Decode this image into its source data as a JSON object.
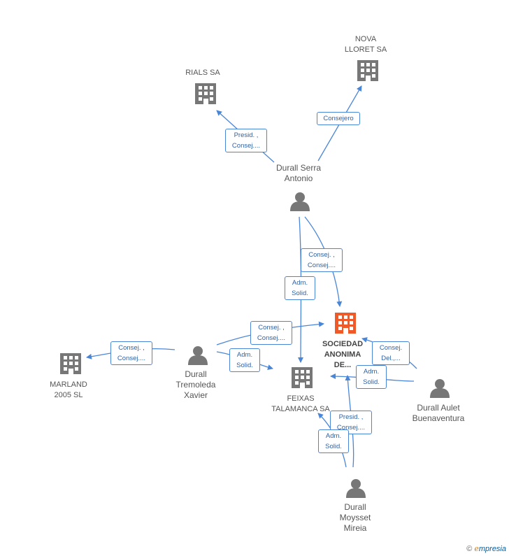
{
  "colors": {
    "edge": "#4a86d8",
    "company": "#777777",
    "focus": "#f05a28",
    "person": "#777777"
  },
  "nodes": {
    "rials": {
      "label": "RIALS SA",
      "icon": "building-icon"
    },
    "nova": {
      "label_line1": "NOVA",
      "label_line2": "LLORET SA",
      "icon": "building-icon"
    },
    "durall_serra": {
      "label_line1": "Durall Serra",
      "label_line2": "Antonio",
      "icon": "person-icon"
    },
    "sociedad": {
      "label_line1": "SOCIEDAD",
      "label_line2": "ANONIMA",
      "label_line3": "DE...",
      "icon": "building-icon"
    },
    "marland": {
      "label_line1": "MARLAND",
      "label_line2": "2005 SL",
      "icon": "building-icon"
    },
    "durall_tremoleda": {
      "label_line1": "Durall",
      "label_line2": "Tremoleda",
      "label_line3": "Xavier",
      "icon": "person-icon"
    },
    "feixas": {
      "label_line1": "FEIXAS",
      "label_line2": "TALAMANCA SA",
      "icon": "building-icon"
    },
    "durall_aulet": {
      "label_line1": "Durall Aulet",
      "label_line2": "Buenaventura",
      "icon": "person-icon"
    },
    "durall_moysset": {
      "label_line1": "Durall",
      "label_line2": "Moysset",
      "label_line3": "Mireia",
      "icon": "person-icon"
    }
  },
  "relations": {
    "r1": {
      "line1": "Presid. ,",
      "line2": "Consej...."
    },
    "r2": {
      "line1": "Consejero"
    },
    "r3": {
      "line1": "Consej. ,",
      "line2": "Consej...."
    },
    "r4": {
      "line1": "Adm.",
      "line2": "Solid."
    },
    "r5": {
      "line1": "Consej. ,",
      "line2": "Consej...."
    },
    "r6": {
      "line1": "Consej. ,",
      "line2": "Consej...."
    },
    "r7": {
      "line1": "Adm.",
      "line2": "Solid."
    },
    "r8": {
      "line1": "Consej.",
      "line2": "Del.,..."
    },
    "r9": {
      "line1": "Adm.",
      "line2": "Solid."
    },
    "r10": {
      "line1": "Presid. ,",
      "line2": "Consej...."
    },
    "r11": {
      "line1": "Adm.",
      "line2": "Solid."
    }
  },
  "footer": {
    "copyright": "©",
    "brand_e": "e",
    "brand": "mpresia"
  }
}
